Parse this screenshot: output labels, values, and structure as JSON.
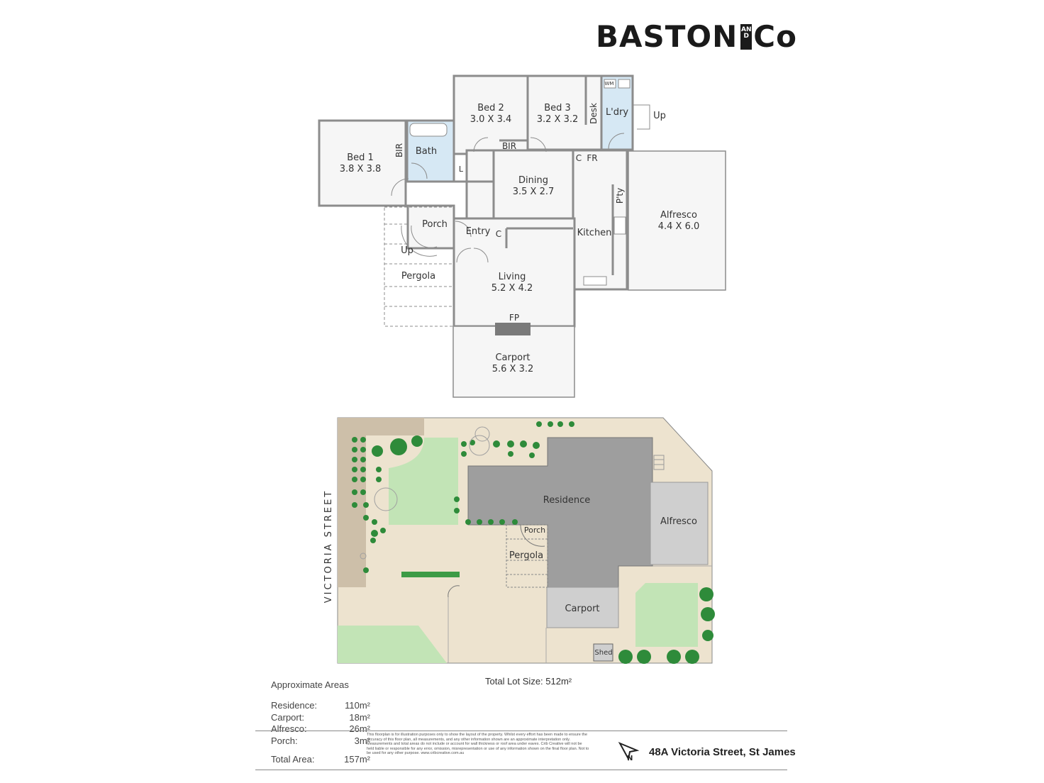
{
  "brand": {
    "name": "BASTON",
    "and": "AND",
    "co": "Co"
  },
  "floor_plan": {
    "bed1": {
      "name": "Bed 1",
      "dims": "3.8 X 3.8"
    },
    "bed2": {
      "name": "Bed 2",
      "dims": "3.0 X 3.4"
    },
    "bed3": {
      "name": "Bed 3",
      "dims": "3.2 X 3.2"
    },
    "bir": "BIR",
    "bath": "Bath",
    "l": "L",
    "desk": "Desk",
    "laundry": "L'dry",
    "wm": "WM",
    "up": "Up",
    "c": "C",
    "fr": "FR",
    "dining": {
      "name": "Dining",
      "dims": "3.5 X 2.7"
    },
    "pantry": "P'ty",
    "alfresco": {
      "name": "Alfresco",
      "dims": "4.4 X 6.0"
    },
    "porch": "Porch",
    "entry": "Entry",
    "kitchen": "Kitchen",
    "pergola": "Pergola",
    "living": {
      "name": "Living",
      "dims": "5.2 X 4.2"
    },
    "fp": "FP",
    "carport": {
      "name": "Carport",
      "dims": "5.6 X 3.2"
    }
  },
  "site_plan": {
    "street": "VICTORIA STREET",
    "residence": "Residence",
    "alfresco": "Alfresco",
    "porch": "Porch",
    "pergola": "Pergola",
    "carport": "Carport",
    "shed": "Shed"
  },
  "lot_size": "Total Lot Size: 512m²",
  "areas": {
    "title": "Approximate Areas",
    "rows": [
      {
        "label": "Residence:",
        "value": "110m²"
      },
      {
        "label": "Carport:",
        "value": "18m²"
      },
      {
        "label": "Alfresco:",
        "value": "26m²"
      },
      {
        "label": "Porch:",
        "value": "3m²"
      }
    ],
    "total": {
      "label": "Total Area:",
      "value": "157m²"
    }
  },
  "disclaimer": "This floorplan is for illustration purposes only to show the layout of the property. Whilst every effort has been made to ensure the accuracy of this floor plan, all measurements, and any other information shown are an approximate interpretation only. Measurements and total areas do not include or account for wall thickness or roof area under eaves. Crib Creative will not be held liable or responsible for any error, omission, misrepresentation or use of any information shown on the final floor plan. Not to be used for any other purpose. www.cribcreative.com.au",
  "address": "48A Victoria Street, St James",
  "colors": {
    "wall": "#8c8c8c",
    "room_fill": "#f6f6f6",
    "wet_area": "#d6e8f4",
    "residence": "#9e9e9e",
    "alfresco_site": "#cfcfcf",
    "lawn": "#c2e4b6",
    "sand": "#ede3cf",
    "paving": "#cdbfa9",
    "shrub_green": "#2e8b3a"
  }
}
